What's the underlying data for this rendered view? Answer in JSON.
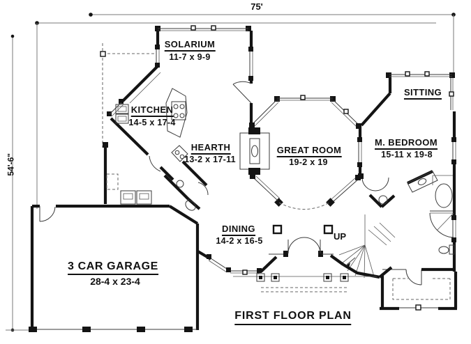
{
  "plan": {
    "title": "FIRST FLOOR PLAN",
    "stairs_label": "UP",
    "overall_width": "75'",
    "overall_height": "54'-6\"",
    "rooms": [
      {
        "id": "solarium",
        "name": "SOLARIUM",
        "size": "11-7 x 9-9"
      },
      {
        "id": "kitchen",
        "name": "KITCHEN",
        "size": "14-5 x 17-4"
      },
      {
        "id": "hearth",
        "name": "HEARTH",
        "size": "13-2 x 17-11"
      },
      {
        "id": "great-room",
        "name": "GREAT ROOM",
        "size": "19-2 x 19"
      },
      {
        "id": "sitting",
        "name": "SITTING"
      },
      {
        "id": "m-bedroom",
        "name": "M. BEDROOM",
        "size": "15-11 x 19-8"
      },
      {
        "id": "dining",
        "name": "DINING",
        "size": "14-2 x 16-5"
      },
      {
        "id": "garage",
        "name": "3 CAR GARAGE",
        "size": "28-4 x 23-4"
      }
    ],
    "colors": {
      "wall": "#141414",
      "thin_line": "#3a3a3a",
      "dimension_line": "#7a7a7a",
      "background": "#ffffff"
    }
  }
}
